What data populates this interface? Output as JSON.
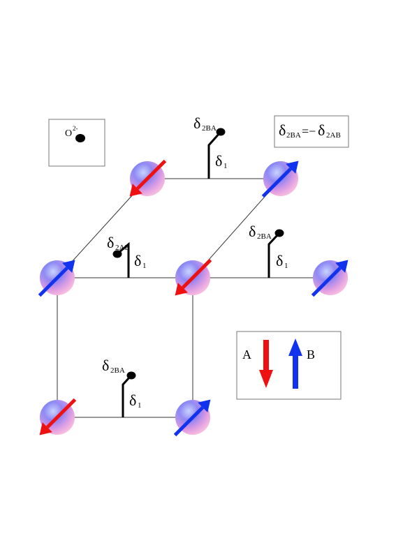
{
  "legend_box": {
    "ion_label": "O",
    "ion_charge": "2-"
  },
  "relation_box": {
    "left_symbol": "δ",
    "left_sub": "2BA",
    "equals": "=−",
    "right_symbol": "δ",
    "right_sub": "2AB"
  },
  "spin_legend": {
    "a_label": "A",
    "b_label": "B",
    "colors": {
      "A": "#ee1111",
      "B": "#1133ee"
    }
  },
  "distortions": [
    {
      "d2_symbol": "δ",
      "d2_sub": "2BA",
      "d1_symbol": "δ",
      "d1_sub": "1"
    },
    {
      "d2_symbol": "δ",
      "d2_sub": "2AB",
      "d1_symbol": "δ",
      "d1_sub": "1"
    },
    {
      "d2_symbol": "δ",
      "d2_sub": "2BA",
      "d1_symbol": "δ",
      "d1_sub": "1"
    },
    {
      "d2_symbol": "δ",
      "d2_sub": "2BA",
      "d1_symbol": "δ",
      "d1_sub": "1"
    }
  ],
  "atoms": [
    {
      "spin": "A"
    },
    {
      "spin": "B"
    },
    {
      "spin": "B"
    },
    {
      "spin": "A"
    },
    {
      "spin": "B"
    },
    {
      "spin": "A"
    },
    {
      "spin": "B"
    }
  ]
}
